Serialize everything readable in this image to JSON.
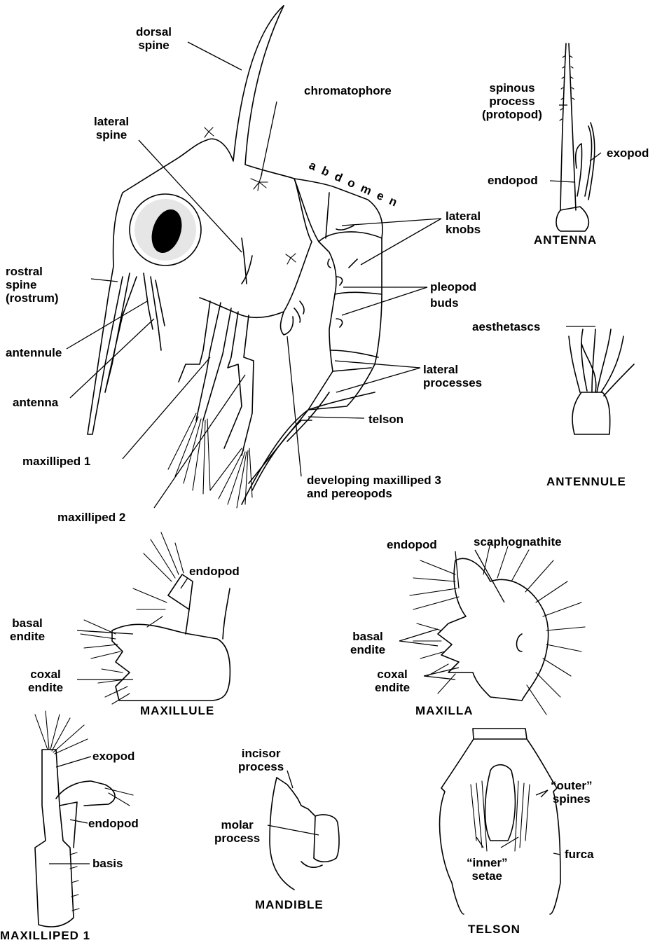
{
  "labels": {
    "dorsal_spine": [
      "dorsal",
      "spine"
    ],
    "chromatophore": "chromatophore",
    "lateral_spine": [
      "lateral",
      "spine"
    ],
    "abdomen": "abdomen",
    "spinous_process": [
      "spinous",
      "process",
      "(protopod)"
    ],
    "exopod_antenna": "exopod",
    "endopod_antenna": "endopod",
    "antenna_title": "ANTENNA",
    "lateral_knobs": [
      "lateral",
      "knobs"
    ],
    "rostral_spine": [
      "rostral",
      "spine",
      "(rostrum)"
    ],
    "pleopod_buds": [
      "pleopod",
      "buds"
    ],
    "aesthetascs": "aesthetascs",
    "antennule": "antennule",
    "lateral_processes": [
      "lateral",
      "processes"
    ],
    "antenna": "antenna",
    "telson": "telson",
    "maxilliped_1": "maxilliped 1",
    "developing_maxilliped_3": [
      "developing maxilliped 3",
      "and pereopods"
    ],
    "antennule_title": "ANTENNULE",
    "maxilliped_2": "maxilliped  2",
    "endopod_maxillule": "endopod",
    "basal_endite_maxillule": [
      "basal",
      "endite"
    ],
    "coxal_endite_maxillule": [
      "coxal",
      "endite"
    ],
    "maxillule_title": "MAXILLULE",
    "endopod_maxilla": "endopod",
    "scaphognathite": "scaphognathite",
    "basal_endite_maxilla": [
      "basal",
      "endite"
    ],
    "coxal_endite_maxilla": [
      "coxal",
      "endite"
    ],
    "maxilla_title": "MAXILLA",
    "exopod_mxp": "exopod",
    "endopod_mxp": "endopod",
    "basis": "basis",
    "maxilliped1_title": "MAXILLIPED 1",
    "incisor_process": [
      "incisor",
      "process"
    ],
    "molar_process": [
      "molar",
      "process"
    ],
    "mandible_title": "MANDIBLE",
    "outer_spines": [
      "“outer”",
      "spines"
    ],
    "furca": "furca",
    "inner_setae": [
      "“inner”",
      "setae"
    ],
    "telson_title": "TELSON"
  }
}
